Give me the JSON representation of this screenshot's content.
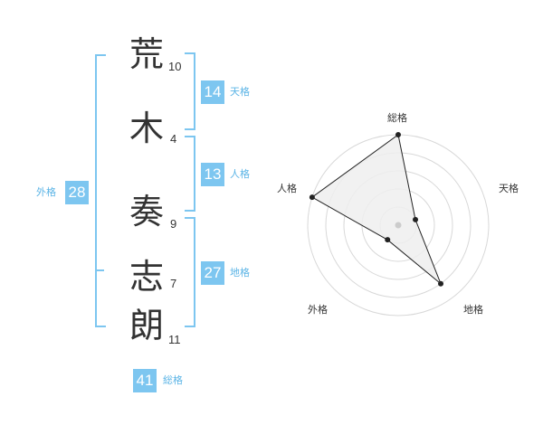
{
  "name": {
    "chars": [
      {
        "char": "荒",
        "strokes": "10"
      },
      {
        "char": "木",
        "strokes": "4"
      },
      {
        "char": "奏",
        "strokes": "9"
      },
      {
        "char": "志",
        "strokes": "7"
      },
      {
        "char": "朗",
        "strokes": "11"
      }
    ]
  },
  "kakusu": {
    "tenkaku": {
      "value": "14",
      "label": "天格"
    },
    "jinkaku": {
      "value": "13",
      "label": "人格"
    },
    "chikaku": {
      "value": "27",
      "label": "地格"
    },
    "gaikaku": {
      "value": "28",
      "label": "外格"
    },
    "soukaku": {
      "value": "41",
      "label": "総格"
    }
  },
  "chart_data": {
    "type": "radar",
    "axes": [
      "総格",
      "天格",
      "地格",
      "外格",
      "人格"
    ],
    "values": [
      5,
      1,
      4,
      1,
      5
    ],
    "range": [
      0,
      5
    ],
    "rings": 5,
    "grid": true,
    "colors": {
      "fill": "#efefef",
      "line": "#222222",
      "ring": "#d8d8d8",
      "center": "#cccccc"
    }
  }
}
